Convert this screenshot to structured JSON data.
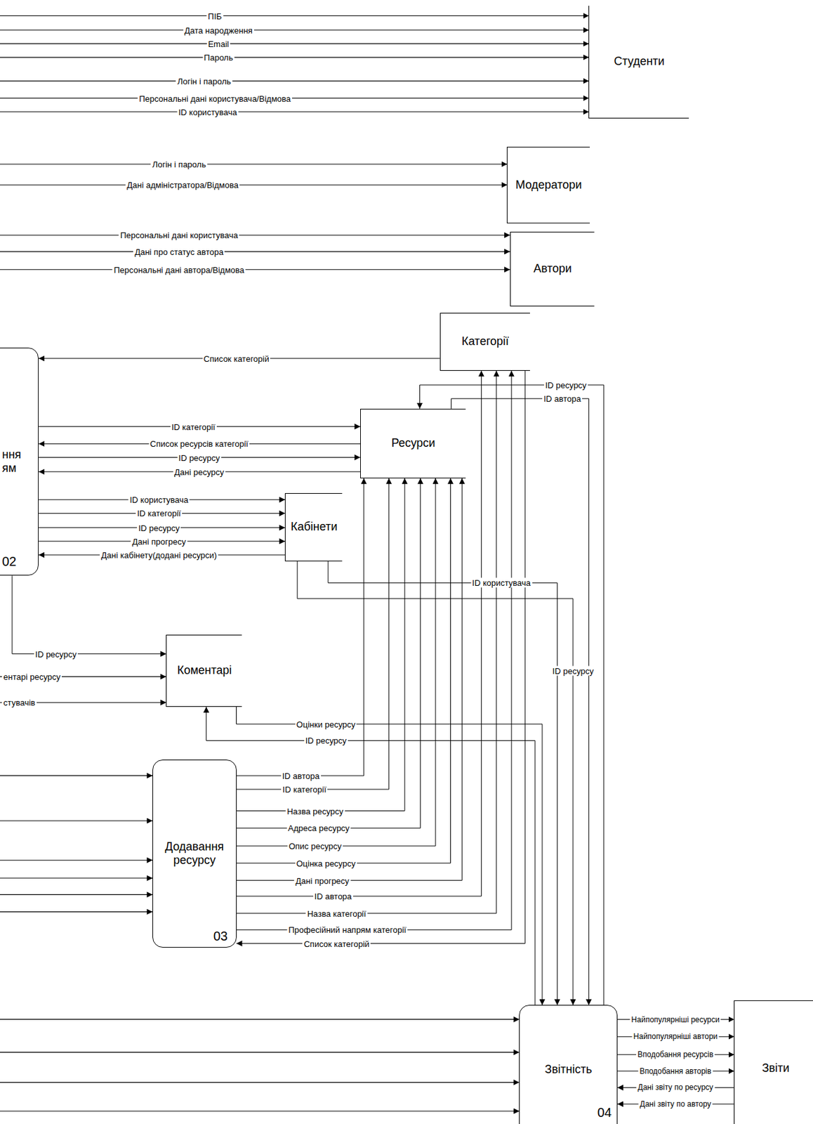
{
  "diagram": {
    "nodes": [
      {
        "text": [
          "Студенти"
        ]
      },
      {
        "text": [
          "Модератори"
        ]
      },
      {
        "text": [
          "Автори"
        ]
      },
      {
        "text": [
          "Категорії"
        ]
      },
      {
        "text": [
          "ння ям",
          "02"
        ]
      },
      {
        "text": [
          "Ресурси"
        ]
      },
      {
        "text": [
          "Кабінети"
        ]
      },
      {
        "text": [
          "Коментарі"
        ]
      },
      {
        "text": [
          "Додавання ресурсу",
          "03"
        ]
      },
      {
        "text": [
          "Звітність",
          "04"
        ]
      },
      {
        "text": [
          "Звіти"
        ]
      }
    ],
    "edges": [
      {
        "from": 3,
        "to": 4,
        "label": "Список категорій",
        "arrow": "to"
      },
      {
        "from": 9,
        "to": 5,
        "label": "ID ресурсу",
        "arrow": "to"
      },
      {
        "from": 5,
        "to": 9,
        "label": "ID автора",
        "arrow": "to"
      },
      {
        "from": 4,
        "to": 5,
        "label": "ID категорії",
        "arrow": "to"
      },
      {
        "from": 5,
        "to": 4,
        "label": "Список ресурсів категорії",
        "arrow": "to"
      },
      {
        "from": 4,
        "to": 5,
        "label": "ID ресурсу",
        "arrow": "to"
      },
      {
        "from": 5,
        "to": 4,
        "label": "Дані ресурсу",
        "arrow": "to"
      },
      {
        "from": 4,
        "to": 6,
        "label": "ID користувача",
        "arrow": "to"
      },
      {
        "from": 4,
        "to": 6,
        "label": "ID категорії",
        "arrow": "to"
      },
      {
        "from": 4,
        "to": 6,
        "label": "ID ресурсу",
        "arrow": "to"
      },
      {
        "from": 4,
        "to": 6,
        "label": "Дані прогресу",
        "arrow": "to"
      },
      {
        "from": 6,
        "to": 4,
        "label": "Дані кабінету(додані ресурси)",
        "arrow": "to"
      },
      {
        "from": 6,
        "to": 9,
        "label": "ID користувача",
        "arrow": "to"
      },
      {
        "from": 4,
        "to": 7,
        "label": "ID ресурсу",
        "arrow": "to"
      },
      {
        "from": 6,
        "to": 9,
        "label": "ID ресурсу",
        "arrow": "to"
      },
      {
        "from": 7,
        "to": 9,
        "label": "Оцінки ресурсу",
        "arrow": "to"
      },
      {
        "from": 9,
        "to": 7,
        "label": "ID ресурсу",
        "arrow": "to"
      },
      {
        "from": 8,
        "to": 5,
        "label": "ID автора",
        "arrow": "to"
      },
      {
        "from": 8,
        "to": 5,
        "label": "ID категорії",
        "arrow": "to"
      },
      {
        "from": 8,
        "to": 5,
        "label": "Назва ресурсу",
        "arrow": "to"
      },
      {
        "from": 8,
        "to": 5,
        "label": "Адреса ресурсу",
        "arrow": "to"
      },
      {
        "from": 8,
        "to": 5,
        "label": "Опис ресурсу",
        "arrow": "to"
      },
      {
        "from": 8,
        "to": 5,
        "label": "Оцінка ресурсу",
        "arrow": "to"
      },
      {
        "from": 8,
        "to": 5,
        "label": "Дані прогресу",
        "arrow": "to"
      },
      {
        "from": 8,
        "to": 3,
        "label": "ID автора",
        "arrow": "to"
      },
      {
        "from": 8,
        "to": 3,
        "label": "Назва категорії",
        "arrow": "to"
      },
      {
        "from": 8,
        "to": 3,
        "label": "Професійний напрям категорії",
        "arrow": "to"
      },
      {
        "from": 3,
        "to": 8,
        "label": "Список категорій",
        "arrow": "to"
      },
      {
        "from": 9,
        "to": 10,
        "label": "Найпопулярніші ресурси",
        "arrow": "to"
      },
      {
        "from": 9,
        "to": 10,
        "label": "Найпопулярніші автори",
        "arrow": "to"
      },
      {
        "from": 9,
        "to": 10,
        "label": "Вподобання ресурсів",
        "arrow": "to"
      },
      {
        "from": 9,
        "to": 10,
        "label": "Вподобання авторів",
        "arrow": "to"
      },
      {
        "from": 10,
        "to": 9,
        "label": "Дані звіту по ресурсу",
        "arrow": "to"
      },
      {
        "from": 10,
        "to": 9,
        "label": "Дані звіту по автору",
        "arrow": "to"
      }
    ],
    "labels": [
      "ПІБ",
      "Дата народження",
      "Email",
      "Пароль",
      "Логін і пароль",
      "Персональні дані користувача/Відмова",
      "ID користувача",
      "Логін і пароль",
      "Дані адміністратора/Відмова",
      "Персональні дані користувача",
      "Дані про статус автора",
      "Персональні дані автора/Відмова",
      "ентарі ресурсу",
      "стувачів"
    ]
  }
}
